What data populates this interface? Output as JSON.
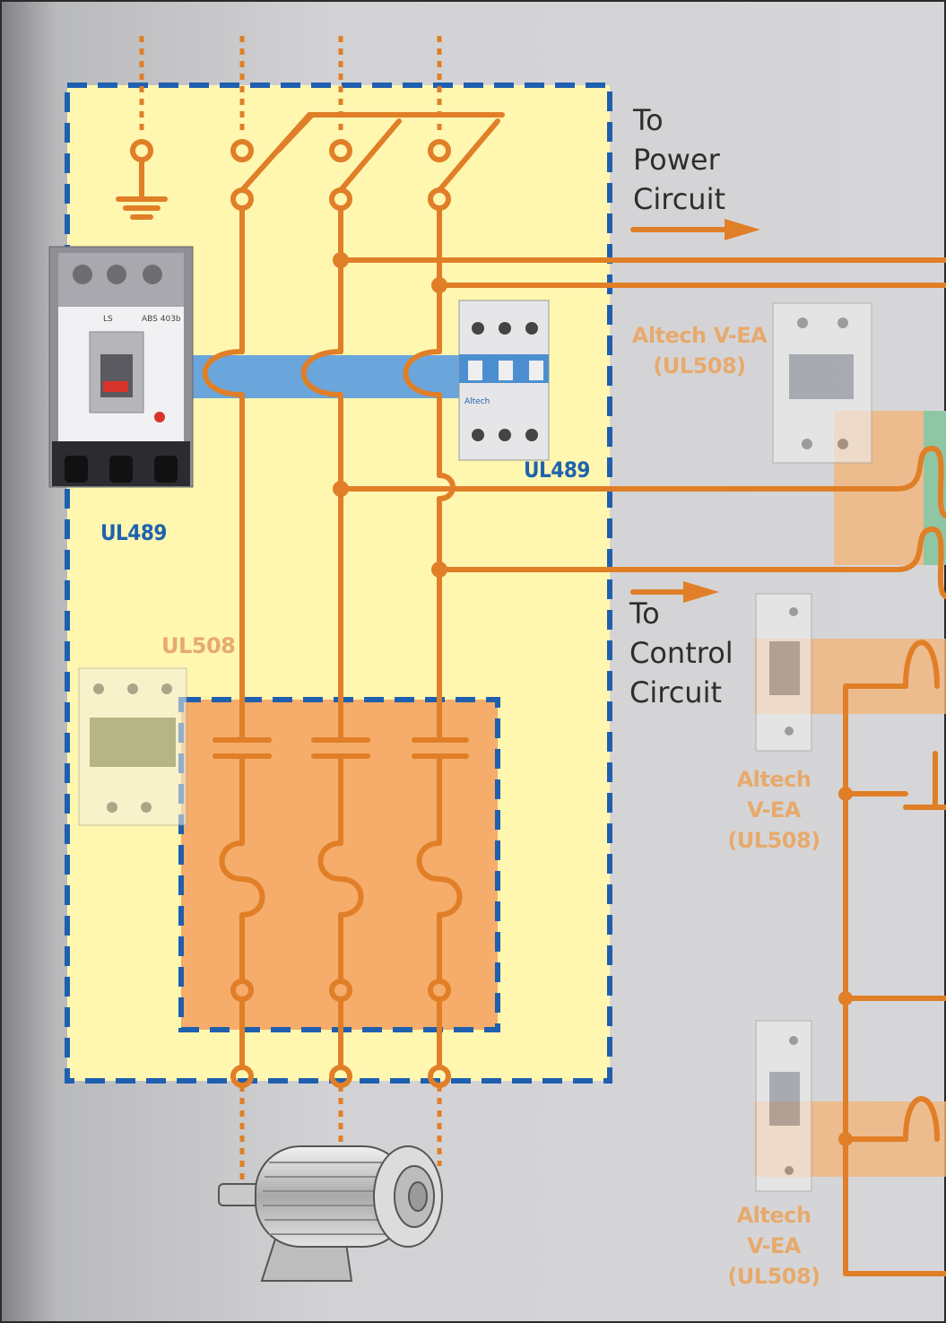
{
  "labels": {
    "to_power_circuit": "To\nPower\nCircuit",
    "to_control_circuit": "To\nControl\nCircuit",
    "ul489_main": "UL489",
    "ul489_mini": "UL489",
    "ul508_overload": "UL508",
    "altech_top": "Altech V-EA\n(UL508)",
    "altech_mid": "Altech\nV-EA\n(UL508)",
    "altech_bottom": "Altech\nV-EA\n(UL508)"
  },
  "device_text": {
    "breaker_model": "ABS 403b",
    "breaker_brand": "LS",
    "mini_brand": "Altech"
  },
  "colors": {
    "wire": "#e07f27",
    "enclosure_fill": "#fff6b0",
    "enclosure_border": "#1f5fb0",
    "overload_fill": "#f6ac6a",
    "link_bar": "#6aa6dc",
    "background": "#cfcfd1"
  }
}
